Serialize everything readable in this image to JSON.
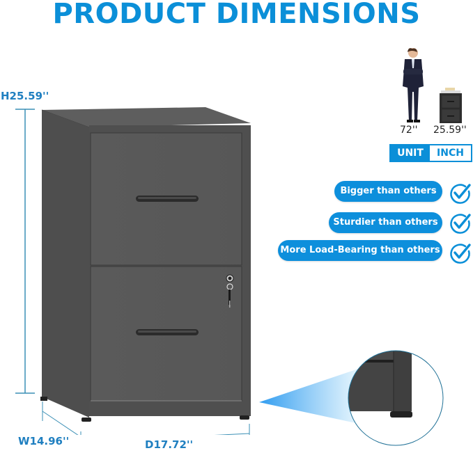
{
  "header": {
    "title": "PRODUCT DIMENSIONS"
  },
  "dimensions": {
    "height": "H25.59''",
    "width": "W14.96''",
    "depth": "D17.72''"
  },
  "comparison": {
    "person_height": "72''",
    "cabinet_height": "25.59''",
    "unit_label": "UNIT",
    "unit_value": "INCH"
  },
  "features": [
    {
      "label": "Bigger than others",
      "icon": "check-circle-icon"
    },
    {
      "label": "Sturdier than others",
      "icon": "check-circle-icon"
    },
    {
      "label": "More Load-Bearing than others",
      "icon": "check-circle-icon"
    }
  ],
  "colors": {
    "accent": "#0b8fd8",
    "dimension_line": "#1f7fc0",
    "cabinet": "#555555"
  }
}
